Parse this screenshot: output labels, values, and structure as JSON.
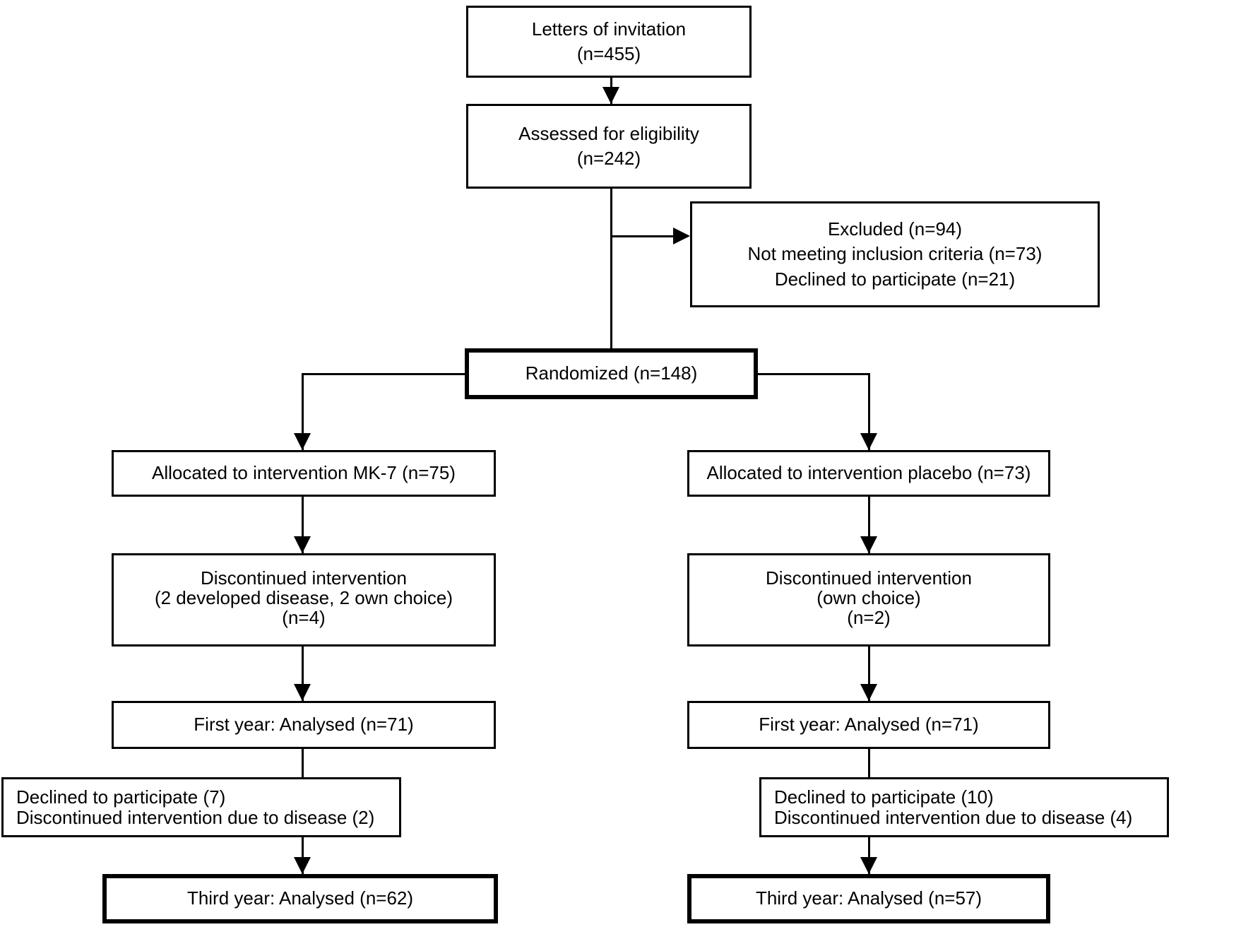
{
  "colors": {
    "line": "#000000",
    "background": "#ffffff",
    "text": "#000000"
  },
  "nodes": {
    "letters": {
      "lines": [
        "Letters of invitation",
        "(n=455)"
      ]
    },
    "assessed": {
      "lines": [
        "Assessed for eligibility",
        "(n=242)"
      ]
    },
    "excluded": {
      "lines": [
        "Excluded (n=94)",
        "Not meeting inclusion criteria (n=73)",
        "Declined to participate (n=21)"
      ]
    },
    "randomized": {
      "lines": [
        "Randomized (n=148)"
      ]
    },
    "alloc_mk7": {
      "lines": [
        "Allocated to intervention MK-7 (n=75)"
      ]
    },
    "alloc_placebo": {
      "lines": [
        "Allocated to intervention placebo (n=73)"
      ]
    },
    "disc_mk7": {
      "lines": [
        "Discontinued intervention",
        "(2 developed disease, 2 own choice)",
        "(n=4)"
      ]
    },
    "disc_placebo": {
      "lines": [
        "Discontinued intervention",
        "(own choice)",
        "(n=2)"
      ]
    },
    "year1_mk7": {
      "lines": [
        "First year: Analysed (n=71)"
      ]
    },
    "year1_placebo": {
      "lines": [
        "First year: Analysed (n=71)"
      ]
    },
    "dropout_mk7": {
      "lines": [
        "Declined to participate (7)",
        "Discontinued intervention due to disease (2)"
      ]
    },
    "dropout_placebo": {
      "lines": [
        "Declined to participate (10)",
        "Discontinued intervention due to disease (4)"
      ]
    },
    "year3_mk7": {
      "lines": [
        "Third year: Analysed (n=62)"
      ]
    },
    "year3_placebo": {
      "lines": [
        "Third year: Analysed (n=57)"
      ]
    }
  }
}
